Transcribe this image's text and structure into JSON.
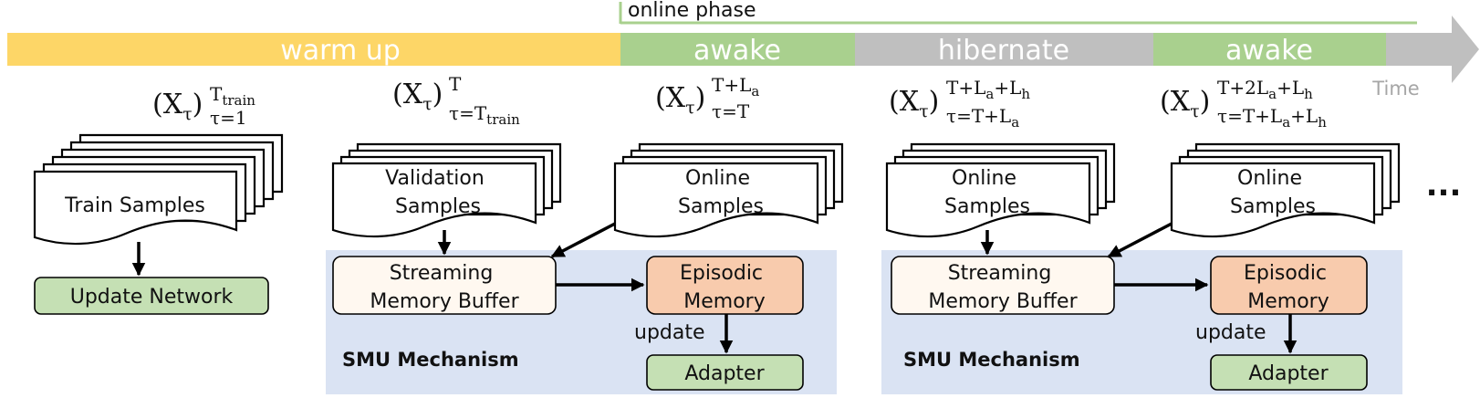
{
  "timeline": {
    "online_phase_label": "online phase",
    "time_label": "Time",
    "segments": [
      {
        "label": "warm up",
        "color": "#fdd667"
      },
      {
        "label": "awake",
        "color": "#a9d08e"
      },
      {
        "label": "hibernate",
        "color": "#bfbfbf"
      },
      {
        "label": "awake",
        "color": "#a9d08e"
      }
    ]
  },
  "groups": [
    {
      "base": "(X",
      "sub_var": "τ",
      "close": ")",
      "sup": "T",
      "sup_sub": "train",
      "lower": "τ=1",
      "lower_sub": ""
    },
    {
      "base": "(X",
      "sub_var": "τ",
      "close": ")",
      "sup": "T",
      "sup_sub": "",
      "lower": "τ=T",
      "lower_sub": "train"
    },
    {
      "base": "(X",
      "sub_var": "τ",
      "close": ")",
      "sup": "T+L",
      "sup_sub": "a",
      "lower": "τ=T",
      "lower_sub": ""
    },
    {
      "base": "(X",
      "sub_var": "τ",
      "close": ")",
      "sup": "T+L",
      "sup_sub": "a",
      "sup_rest": "+L",
      "sup_sub2": "h",
      "lower": "τ=T+L",
      "lower_sub": "a"
    },
    {
      "base": "(X",
      "sub_var": "τ",
      "close": ")",
      "sup": "T+2L",
      "sup_sub": "a",
      "sup_rest": "+L",
      "sup_sub2": "h",
      "lower": "τ=T+L",
      "lower_sub": "a",
      "lower_rest": "+L",
      "lower_sub2": "h"
    }
  ],
  "samples": {
    "train": "Train Samples",
    "validation_line1": "Validation",
    "validation_line2": "Samples",
    "online_line1": "Online",
    "online_line2": "Samples"
  },
  "boxes": {
    "update_network": "Update Network",
    "streaming_line1": "Streaming",
    "streaming_line2": "Memory Buffer",
    "episodic_line1": "Episodic",
    "episodic_line2": "Memory",
    "update_label": "update",
    "adapter": "Adapter",
    "smu_label": "SMU Mechanism"
  },
  "ellipsis": "...",
  "colors": {
    "smu_panel": "#dae3f3",
    "streaming_fill": "#fff8f0",
    "episodic_fill": "#f8cbad",
    "green_box": "#c5e0b4",
    "online_line": "#a9d08e",
    "arrow_gray": "#bfbfbf",
    "time_gray": "#a6a6a6"
  }
}
